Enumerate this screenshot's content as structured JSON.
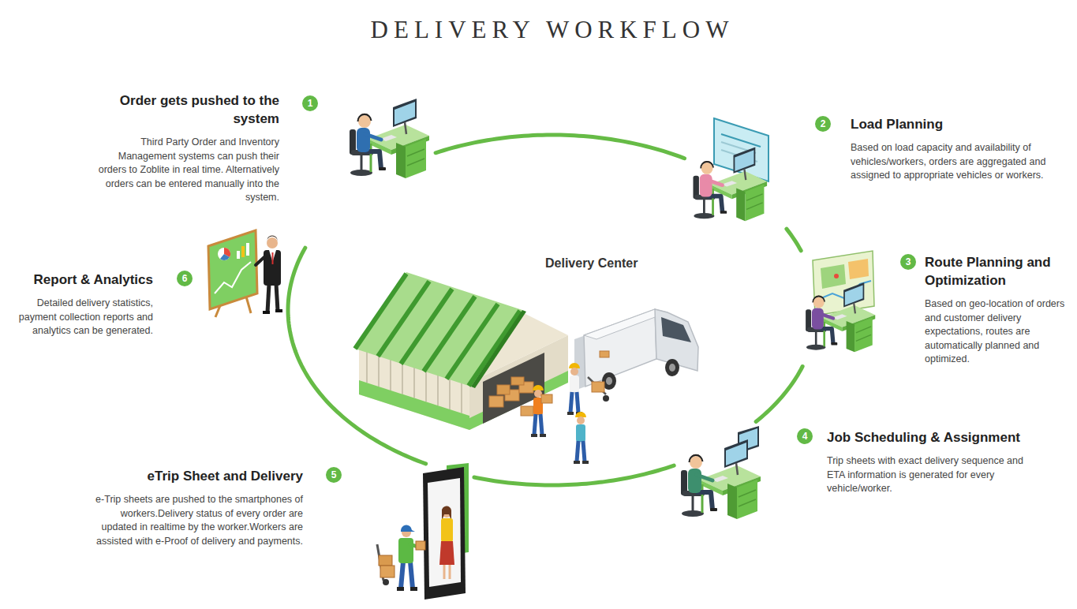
{
  "diagram": {
    "title": "DELIVERY WORKFLOW",
    "nodes": [
      {
        "text": [
          "Order gets pushed to the system",
          "Third Party Order and Inventory Management systems can push their orders to Zoblite in real time. Alternatively orders can be entered manually into the system."
        ]
      },
      {
        "text": [
          "1"
        ],
        "in": 0
      },
      {
        "text": [
          "Load Planning",
          "Based on load capacity and availability of vehicles/workers, orders are aggregated and assigned to appropriate vehicles or workers."
        ]
      },
      {
        "text": [
          "2"
        ],
        "in": 2
      },
      {
        "text": [
          "Route Planning and Optimization",
          "Based on geo-location of orders and customer delivery expectations, routes are automatically planned and optimized."
        ]
      },
      {
        "text": [
          "3"
        ],
        "in": 4
      },
      {
        "text": [
          "Job Scheduling & Assignment",
          "Trip sheets with exact delivery sequence and ETA information is generated for every vehicle/worker."
        ]
      },
      {
        "text": [
          "4"
        ],
        "in": 6
      },
      {
        "text": [
          "eTrip Sheet and Delivery",
          "e-Trip sheets are pushed to the smartphones of workers.Delivery status of every order are updated in realtime by the worker.Workers are assisted with e-Proof of delivery and payments."
        ]
      },
      {
        "text": [
          "5"
        ],
        "in": 8
      },
      {
        "text": [
          "Report & Analytics",
          "Detailed delivery statistics, payment collection reports and analytics can be generated."
        ]
      },
      {
        "text": [
          "6"
        ],
        "in": 10
      }
    ],
    "edges": [
      {
        "from": 0,
        "to": 2,
        "arrow": "none"
      },
      {
        "from": 2,
        "to": 4,
        "arrow": "none"
      },
      {
        "from": 4,
        "to": 6,
        "arrow": "none"
      },
      {
        "from": 6,
        "to": 8,
        "arrow": "none"
      },
      {
        "from": 8,
        "to": 10,
        "arrow": "none"
      }
    ],
    "labels": [
      "Delivery Center"
    ]
  }
}
